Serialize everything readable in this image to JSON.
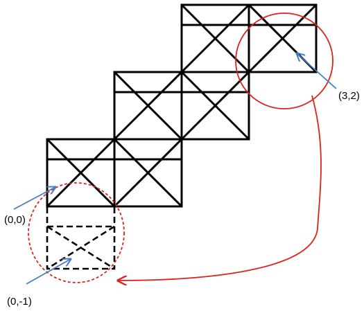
{
  "labels": {
    "origin": "(0,0)",
    "below_origin": "(0,-1)",
    "top_right": "(3,2)"
  },
  "colors": {
    "grid": "#000000",
    "arrow_blue": "#4a7cc4",
    "highlight_red": "#e0201b"
  }
}
